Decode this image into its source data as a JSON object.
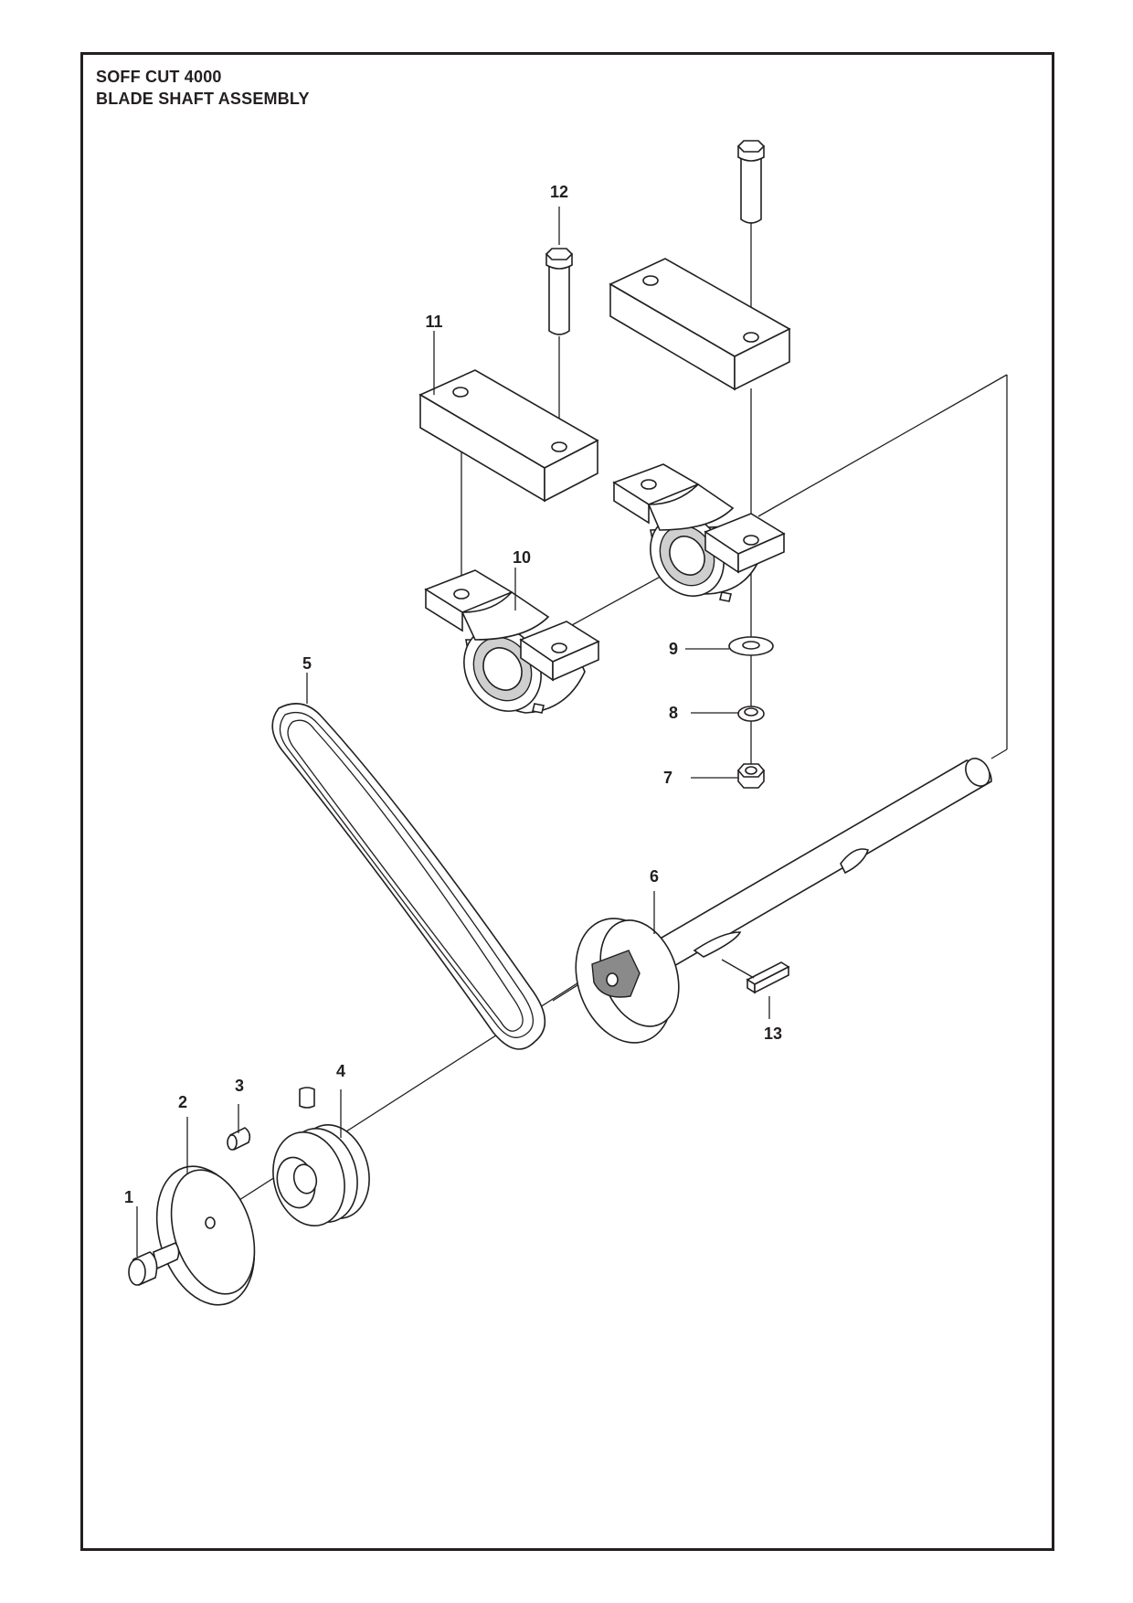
{
  "diagram": {
    "title_line1": "SOFF CUT 4000",
    "title_line2": "BLADE SHAFT ASSEMBLY",
    "callouts": [
      "1",
      "2",
      "3",
      "4",
      "5",
      "6",
      "7",
      "8",
      "9",
      "10",
      "11",
      "12",
      "13"
    ]
  }
}
